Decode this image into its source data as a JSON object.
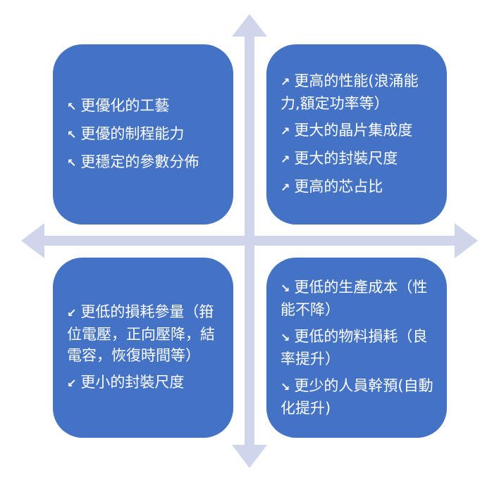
{
  "colors": {
    "box": "#4472C4",
    "cross": "#CFD5EA",
    "text": "#FFFFFF"
  },
  "quadrants": {
    "top_left": {
      "arrow": "↖",
      "items": [
        "更優化的工藝",
        "更優的制程能力",
        "更穩定的參數分佈"
      ]
    },
    "top_right": {
      "arrow": "↗",
      "items": [
        "更高的性能(浪涌能力,額定功率等）",
        "更大的晶片集成度",
        "更大的封裝尺度",
        "更高的芯占比"
      ]
    },
    "bottom_left": {
      "arrow": "↙",
      "items": [
        "更低的損耗參量（箝位電壓，正向壓降，結電容，恢復時間等）",
        "更小的封裝尺度"
      ]
    },
    "bottom_right": {
      "arrow": "↘",
      "items": [
        "更低的生產成本（性能不降）",
        "更低的物料損耗（良率提升）",
        "更少的人員幹預(自動化提升)"
      ]
    }
  }
}
